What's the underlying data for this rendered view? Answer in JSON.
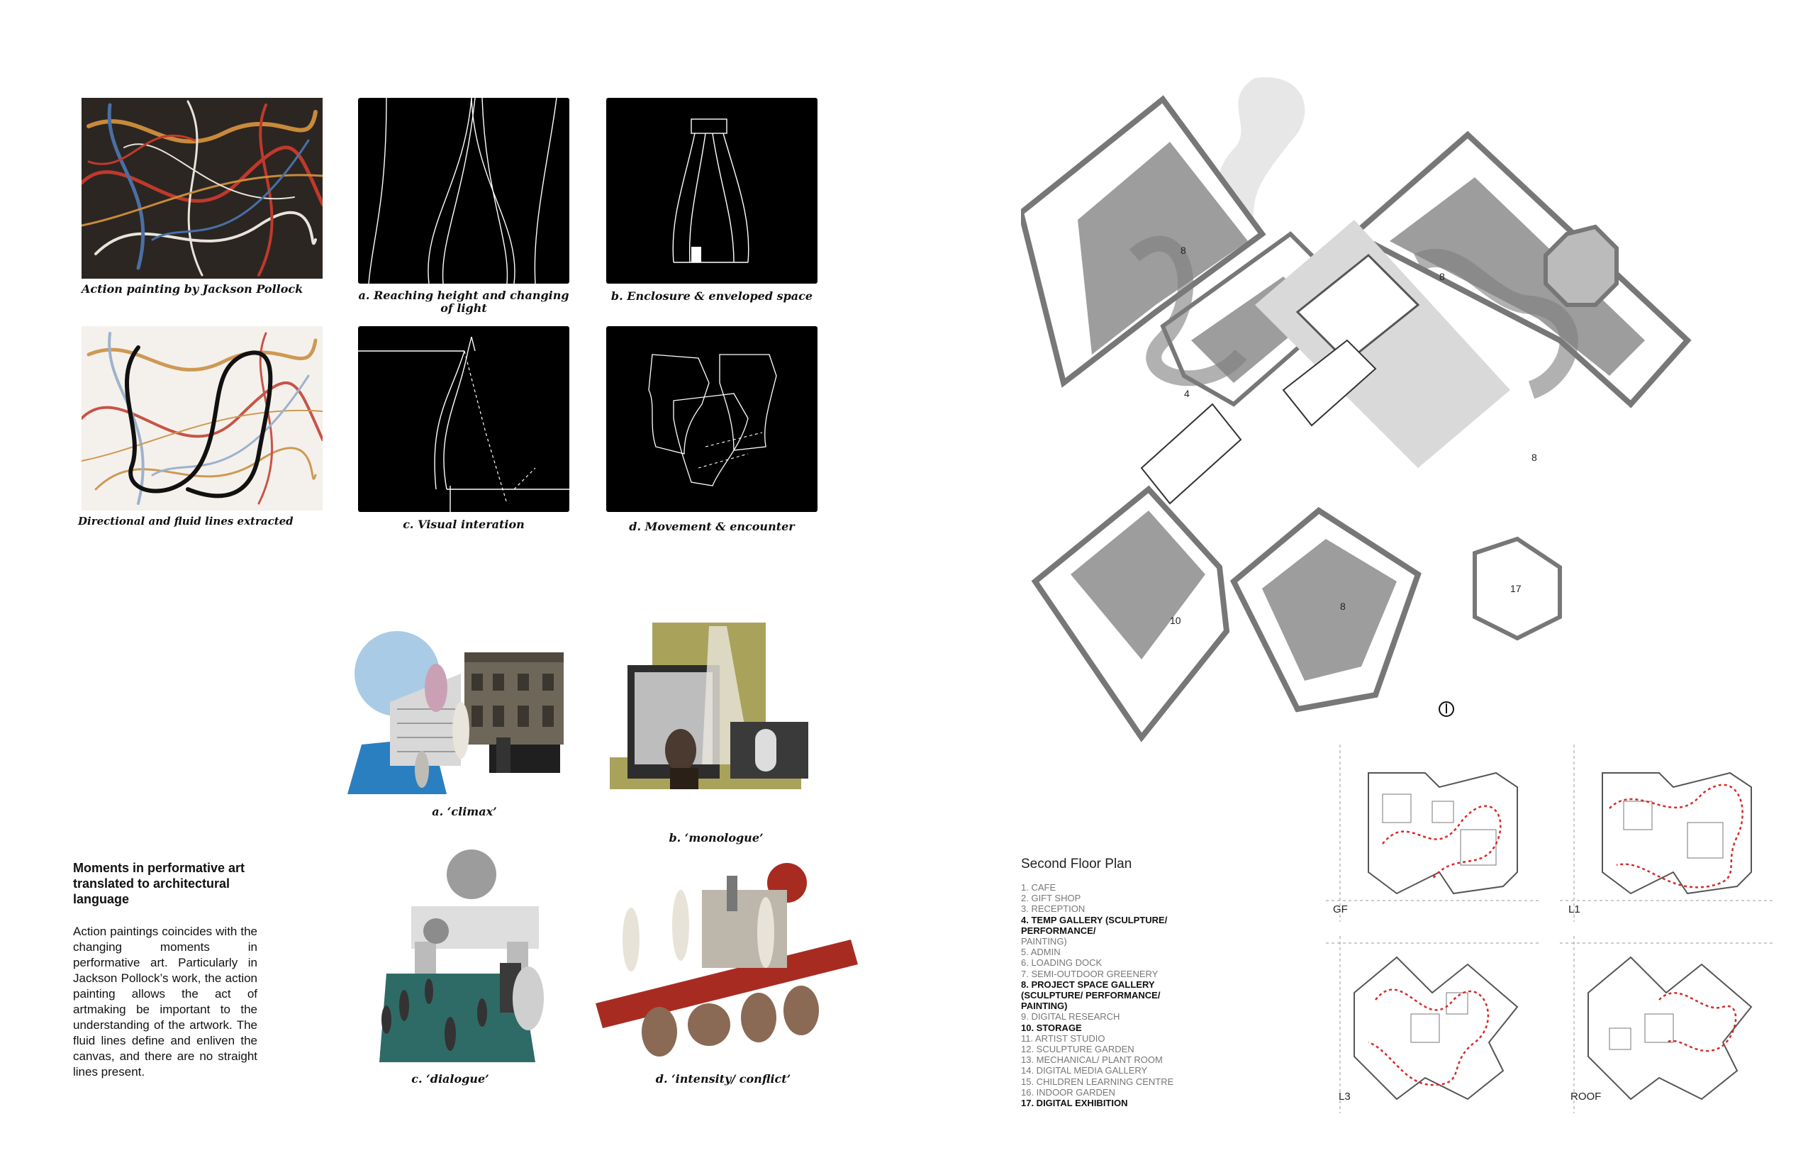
{
  "concept": {
    "pollock_caption": "Action painting by Jackson Pollock",
    "extracted_caption": "Directional and fluid lines extracted",
    "tiles": [
      {
        "label": "a. Reaching height and changing of light"
      },
      {
        "label": "b. Enclosure & enveloped space"
      },
      {
        "label": "c. Visual interation"
      },
      {
        "label": "d. Movement & encounter"
      }
    ]
  },
  "collages": [
    {
      "label": "a. ‘climax’"
    },
    {
      "label": "b. ‘monologue’"
    },
    {
      "label": "c. ‘dialogue’"
    },
    {
      "label": "d. ‘intensity/ conflict’"
    }
  ],
  "text_block": {
    "heading": "Moments in performative art translated to architectural language",
    "body": "Action paintings coincides with the changing moments in performative art. Particularly in Jackson Pollock’s work, the action painting allows the act of artmaking be important to the understanding of the artwork. The fluid lines define and enliven the canvas, and there are no straight lines present."
  },
  "plan": {
    "title": "Second Floor Plan",
    "legend": [
      {
        "text": "1. CAFE",
        "bold": false
      },
      {
        "text": "2. GIFT SHOP",
        "bold": false
      },
      {
        "text": "3. RECEPTION",
        "bold": false
      },
      {
        "text": "4. TEMP GALLERY (SCULPTURE/ PERFORMANCE/",
        "bold": true
      },
      {
        "text": "PAINTING)",
        "bold": false
      },
      {
        "text": "5. ADMIN",
        "bold": false
      },
      {
        "text": "6. LOADING DOCK",
        "bold": false
      },
      {
        "text": "7. SEMI-OUTDOOR GREENERY",
        "bold": false
      },
      {
        "text": "8. PROJECT SPACE GALLERY",
        "bold": true
      },
      {
        "text": "(SCULPTURE/ PERFORMANCE/",
        "bold": true
      },
      {
        "text": "PAINTING)",
        "bold": true
      },
      {
        "text": "9. DIGITAL RESEARCH",
        "bold": false
      },
      {
        "text": "10. STORAGE",
        "bold": true
      },
      {
        "text": "11. ARTIST STUDIO",
        "bold": false
      },
      {
        "text": "12. SCULPTURE GARDEN",
        "bold": false
      },
      {
        "text": "13. MECHANICAL/ PLANT ROOM",
        "bold": false
      },
      {
        "text": "14. DIGITAL MEDIA GALLERY",
        "bold": false
      },
      {
        "text": "15. CHILDREN LEARNING CENTRE",
        "bold": false
      },
      {
        "text": "16. INDOOR GARDEN",
        "bold": false
      },
      {
        "text": "17. DIGITAL EXHIBITION",
        "bold": true
      }
    ],
    "room_numbers": [
      "8",
      "8",
      "4",
      "8",
      "8",
      "10",
      "17"
    ]
  },
  "mini_plans": [
    {
      "label": "GF"
    },
    {
      "label": "L1"
    },
    {
      "label": "L3"
    },
    {
      "label": "ROOF"
    }
  ],
  "colors": {
    "pollock_red": "#c0392b",
    "pollock_ochre": "#c88a3a",
    "pollock_blue": "#4a6fa5",
    "plan_fill": "#9a9a9a",
    "route_red": "#d42a2a",
    "collage_olive": "#a9a25a",
    "collage_teal": "#2f6b66",
    "collage_blue": "#2a7fc1"
  }
}
